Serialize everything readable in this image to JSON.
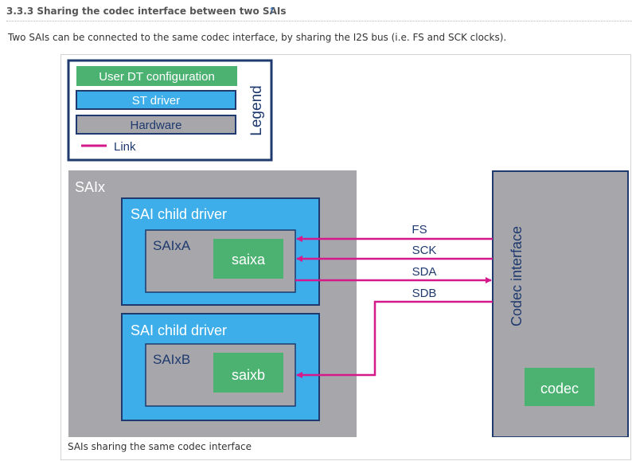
{
  "heading": {
    "title": "3.3.3 Sharing the codec interface between two SAIs",
    "link_glyph": "↑"
  },
  "intro": "Two SAIs can be connected to the same codec interface, by sharing the I2S bus (i.e. FS and SCK clocks).",
  "diagram": {
    "legend": {
      "title": "Legend",
      "items": [
        "User DT configuration",
        "ST driver",
        "Hardware"
      ],
      "link_label": "Link"
    },
    "saix_label": "SAIx",
    "child_a": {
      "title": "SAI child driver",
      "hw_label": "SAIxA",
      "dt_label": "saixa"
    },
    "child_b": {
      "title": "SAI child driver",
      "hw_label": "SAIxB",
      "dt_label": "saixb"
    },
    "codec_interface": {
      "label": "Codec interface",
      "codec_label": "codec"
    },
    "signals": [
      "FS",
      "SCK",
      "SDA",
      "SDB"
    ],
    "colors": {
      "green": "#4cb272",
      "blue": "#3daee9",
      "gray": "#a6a6ab",
      "navy": "#1f3a6e",
      "link": "#d6198a"
    }
  },
  "caption": "SAIs sharing the same codec interface"
}
